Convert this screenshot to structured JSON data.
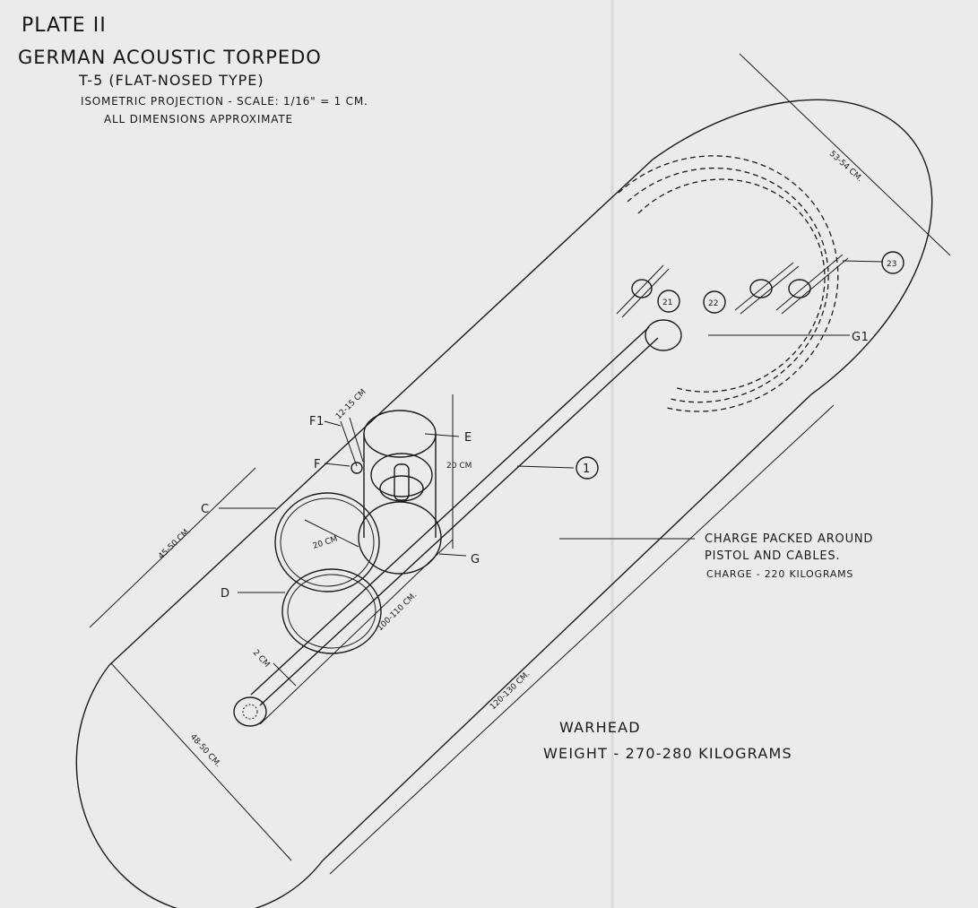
{
  "header": {
    "plate": "PLATE II",
    "title": "GERMAN ACOUSTIC TORPEDO",
    "model": "T-5 (FLAT-NOSED TYPE)",
    "scale": "ISOMETRIC PROJECTION - SCALE: 1/16\" = 1 CM.",
    "dims_note": "ALL DIMENSIONS APPROXIMATE"
  },
  "labels": {
    "E": "E",
    "F1": "F1",
    "F": "F",
    "C": "C",
    "D": "D",
    "G": "G",
    "G1": "G1",
    "n1": "1",
    "n21": "21",
    "n22": "22",
    "n23": "23"
  },
  "dimensions": {
    "d_53_54": "53-54 CM.",
    "d_45_50": "45-50 CM.",
    "d_20cm_v": "20 CM",
    "d_20cm_d": "20 CM",
    "d_100_110": "100-110 CM.",
    "d_120_130": "120-130 CM.",
    "d_48_50": "48-50 CM.",
    "d_2cm": "2 CM",
    "d_12cm": "12-15 CM"
  },
  "notes": {
    "charge_line1": "CHARGE PACKED AROUND",
    "charge_line2": "PISTOL AND CABLES.",
    "charge_line3": "CHARGE - 220 KILOGRAMS",
    "warhead_title": "WARHEAD",
    "warhead_weight": "WEIGHT - 270-280 KILOGRAMS"
  }
}
